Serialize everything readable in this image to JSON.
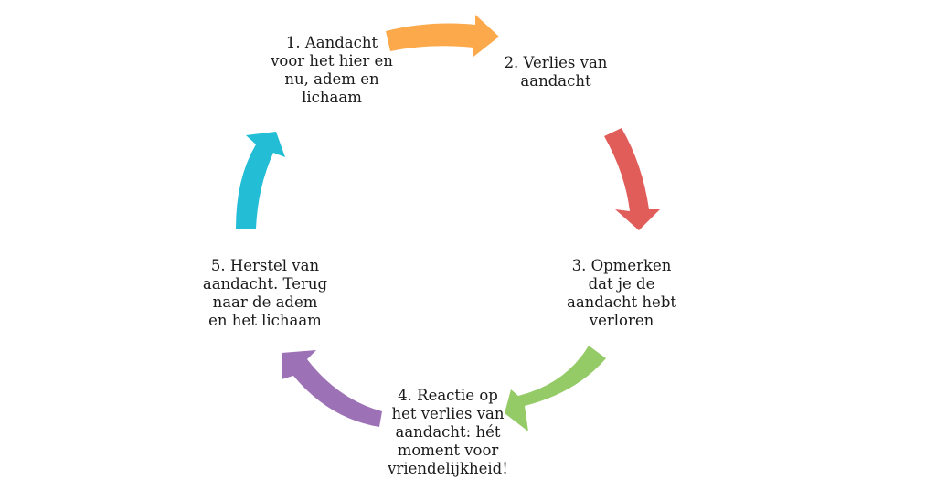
{
  "diagram": {
    "type": "cycle",
    "steps": [
      {
        "number": 1,
        "lines": [
          "1. Aandacht",
          "voor het hier en",
          "nu, adem en",
          "lichaam"
        ]
      },
      {
        "number": 2,
        "lines": [
          "2. Verlies van",
          "aandacht"
        ]
      },
      {
        "number": 3,
        "lines": [
          "3. Opmerken",
          "dat je de",
          "aandacht hebt",
          "verloren"
        ]
      },
      {
        "number": 4,
        "lines": [
          "4. Reactie op",
          "het verlies van",
          "aandacht: hét",
          "moment voor",
          "vriendelijkheid!"
        ]
      },
      {
        "number": 5,
        "lines": [
          "5. Herstel van",
          "aandacht. Terug",
          "naar de adem",
          "en het lichaam"
        ]
      }
    ],
    "arrows": [
      {
        "from": 1,
        "to": 2,
        "color": "#fba94a",
        "icon": "curved-arrow-right-icon"
      },
      {
        "from": 2,
        "to": 3,
        "color": "#e05d5a",
        "icon": "curved-arrow-down-icon"
      },
      {
        "from": 3,
        "to": 4,
        "color": "#94cb67",
        "icon": "curved-arrow-down-left-icon"
      },
      {
        "from": 4,
        "to": 5,
        "color": "#9c71b5",
        "icon": "curved-arrow-up-left-icon"
      },
      {
        "from": 5,
        "to": 1,
        "color": "#23bdd6",
        "icon": "curved-arrow-up-icon"
      }
    ]
  }
}
